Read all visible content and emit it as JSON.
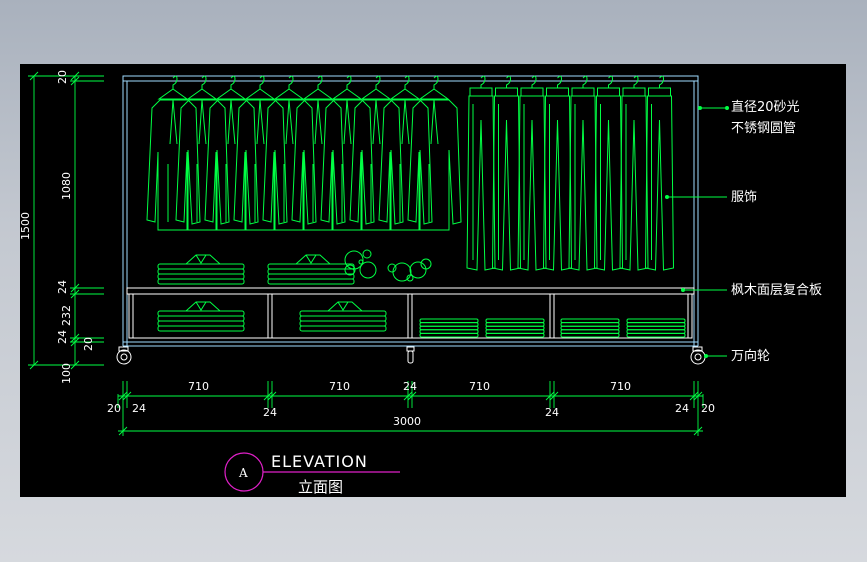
{
  "drawing": {
    "dims_vertical": {
      "top": "20",
      "hang": "1080",
      "total": "1500",
      "shelf": "24",
      "base": "232",
      "bottom_a": "24",
      "bottom_b": "20",
      "castor": "100"
    },
    "dims_horizontal": {
      "bay1": "710",
      "bay2": "710",
      "bay3": "710",
      "bay4": "710",
      "mid_mark": "24",
      "left_a": "20",
      "left_b": "24",
      "div1": "24",
      "div3": "24",
      "right_a": "24",
      "right_b": "20",
      "overall": "3000"
    },
    "notes": {
      "pipe_line1": "直径20砂光",
      "pipe_line2": "不锈钢圆管",
      "clothing": "服饰",
      "board": "枫木面层复合板",
      "castor": "万向轮"
    },
    "title": {
      "mark": "A",
      "english": "ELEVATION",
      "chinese": "立面图"
    },
    "colors": {
      "frame": "#9fdcff",
      "garments": "#00ff44",
      "marker": "#e020c8",
      "background": "#000000"
    }
  }
}
